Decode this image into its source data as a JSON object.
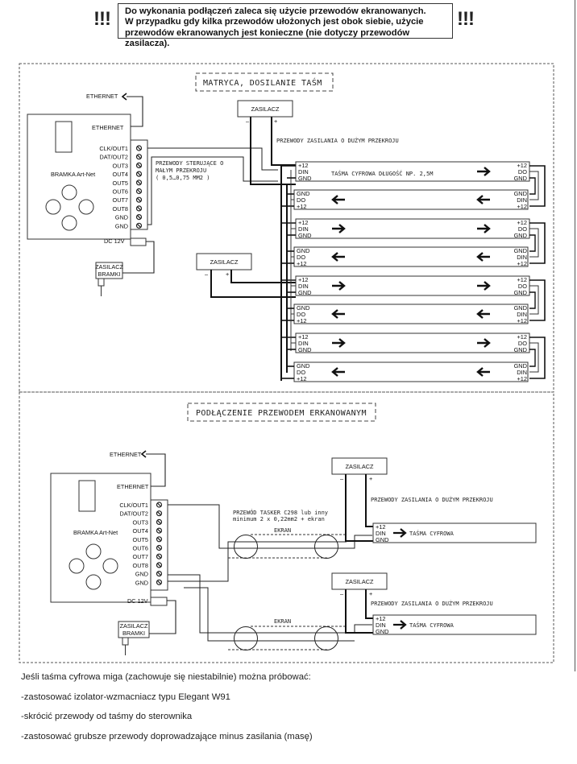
{
  "notice": {
    "exclaim": "!!!",
    "lines": [
      "Do wykonania podłączeń zaleca się użycie przewodów ekranowanych.",
      "W przypadku gdy kilka przewodów ułożonych jest  obok siebie, użycie",
      "przewodów ekranowanych jest konieczne (nie dotyczy przewodów zasilacza)."
    ]
  },
  "section_top": {
    "title": "MATRYCA, DOSILANIE TAŚM",
    "controller": {
      "name": "BRAMKA Art-Net",
      "ethernet_port": "ETHERNET",
      "ethernet_out": "ETHERNET",
      "dc_label": "DC 12V",
      "terminals": [
        "CLK/OUT1",
        "DAT/OUT2",
        "OUT3",
        "OUT4",
        "OUT5",
        "OUT6",
        "OUT7",
        "OUT8",
        "GND",
        "GND"
      ]
    },
    "gate_psu": [
      "ZASILACZ",
      "BRAMKI"
    ],
    "psu_label": "ZASILACZ",
    "psu_minus": "–",
    "psu_plus": "+",
    "power_wires_note": "PRZEWODY ZASILANIA O DUŻYM PRZEKROJU",
    "control_wires_note": [
      "PRZEWODY STERUJĄCE O",
      "MAŁYM PRZEKROJU",
      "( 0,5…0,75 MM2 )"
    ],
    "strip_label": "TAŚMA CYFROWA DŁUGOŚĆ NP. 2,5M",
    "strip_pins_forward_left": [
      "+12",
      "DIN",
      "GND"
    ],
    "strip_pins_forward_right": [
      "+12",
      "DO",
      "GND"
    ],
    "strip_pins_reverse_left": [
      "GND",
      "DO",
      "+12"
    ],
    "strip_pins_reverse_right": [
      "GND",
      "DIN",
      "+12"
    ],
    "strip_count": 8
  },
  "section_bottom": {
    "title": "PODŁĄCZENIE PRZEWODEM ERKANOWANYM",
    "controller": {
      "name": "BRAMKA Art-Net",
      "ethernet_port": "ETHERNET",
      "ethernet_out": "ETHERNET",
      "dc_label": "DC 12V",
      "terminals": [
        "CLK/OUT1",
        "DAT/OUT2",
        "OUT3",
        "OUT4",
        "OUT5",
        "OUT6",
        "OUT7",
        "OUT8",
        "GND",
        "GND"
      ]
    },
    "gate_psu": [
      "ZASILACZ",
      "BRAMKI"
    ],
    "psu_label": "ZASILACZ",
    "psu_minus": "–",
    "psu_plus": "+",
    "cable_note": [
      "PRZEWÓD TASKER C298 lub inny",
      "minimum 2 x 0,22mm2 + ekran"
    ],
    "shield_label": "EKRAN",
    "power_wires_note": "PRZEWODY ZASILANIA O DUŻYM PRZEKROJU",
    "strip_label": "TAŚMA CYFROWA",
    "strip_pins": [
      "+12",
      "DIN",
      "GND"
    ]
  },
  "notes": {
    "intro": "Jeśli taśma cyfrowa miga (zachowuje się niestabilnie) można próbować:",
    "items": [
      "-zastosować izolator-wzmacniacz typu Elegant W91",
      "-skrócić przewody od taśmy do sterownika",
      "-zastosować grubsze przewody doprowadzające minus zasilania (masę)"
    ]
  }
}
